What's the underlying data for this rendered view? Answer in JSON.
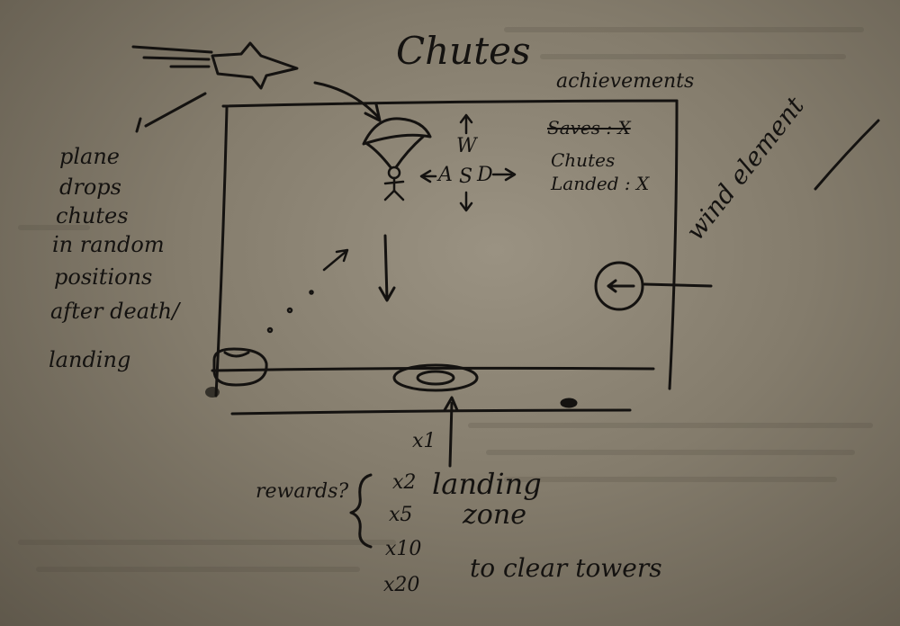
{
  "title": "Chutes",
  "top_right_label": "achievements",
  "stats": {
    "crossed_label": "Saves : X",
    "chutes_label": "Chutes",
    "landed_label": "Landed : X"
  },
  "controls": {
    "up": "W",
    "left": "A",
    "down": "S",
    "right": "D"
  },
  "left_note": [
    "plane",
    "drops",
    "chutes",
    "in random",
    "positions",
    "after death/",
    "landing"
  ],
  "wind_label": "wind element",
  "rewards_label": "rewards?",
  "multipliers": [
    "x1",
    "x2",
    "x5",
    "x10",
    "x20"
  ],
  "landing_zone_label": [
    "landing",
    "zone"
  ],
  "clear_towers_label": "to clear towers"
}
